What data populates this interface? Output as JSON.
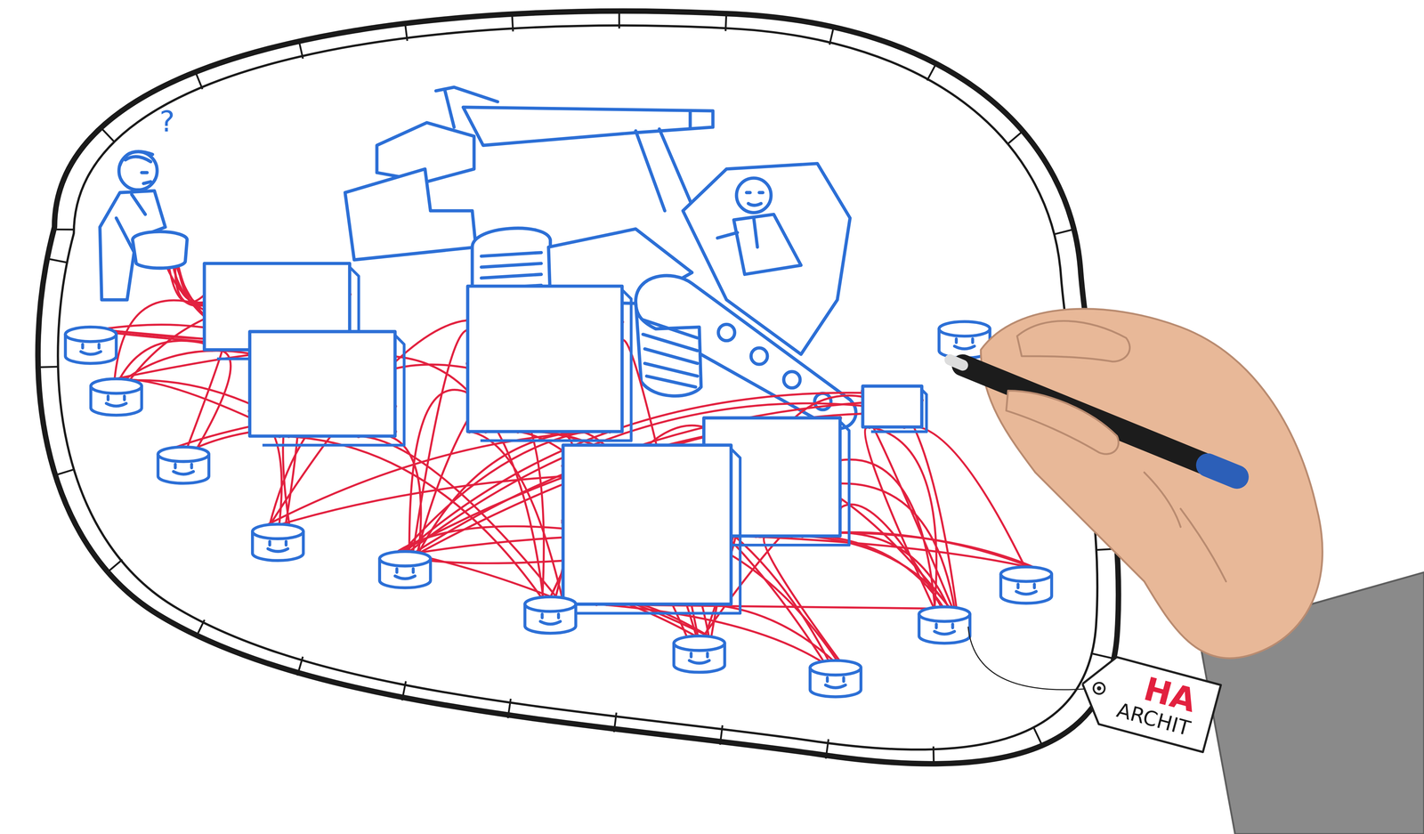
{
  "diagram": {
    "nodes": [
      {
        "text": [
          "HA",
          "ARCHIT"
        ]
      }
    ],
    "labels": [
      "?"
    ]
  }
}
